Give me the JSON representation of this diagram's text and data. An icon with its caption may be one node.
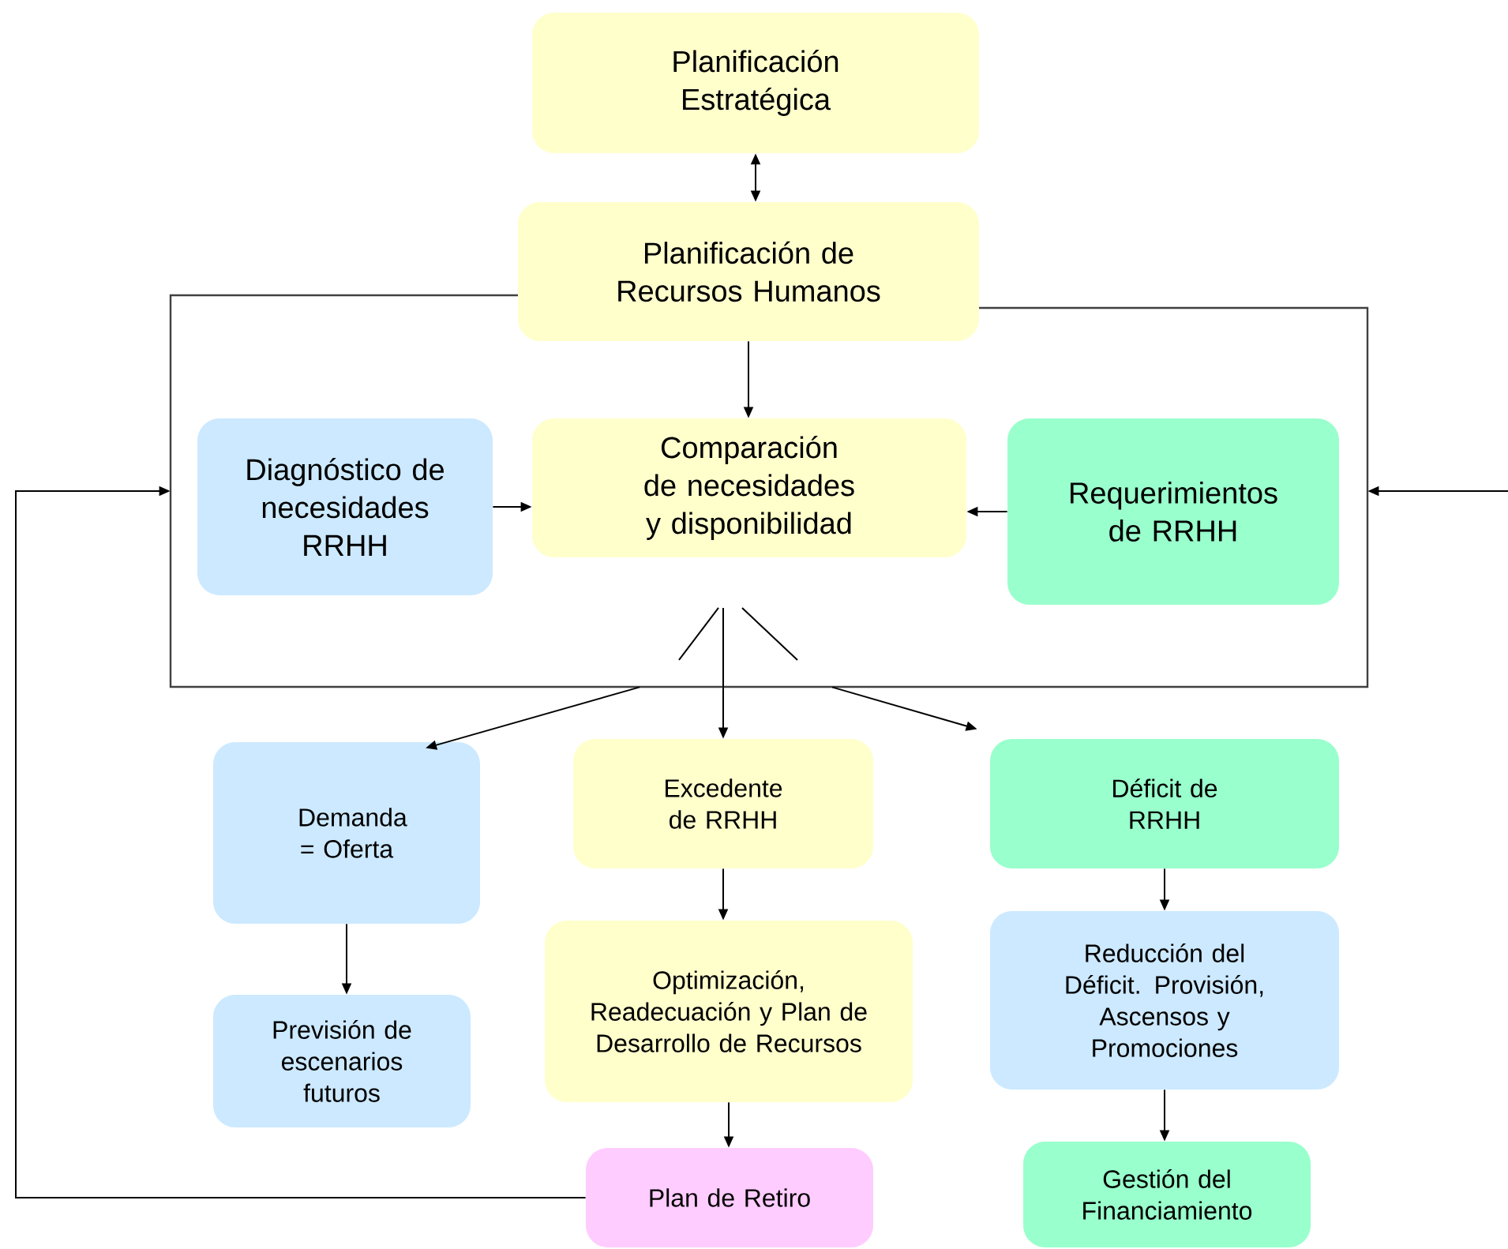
{
  "diagram": {
    "nodes": [
      {
        "text": [
          "Planificación Estratégica"
        ]
      },
      {
        "text": [
          "Planificación de Recursos Humanos"
        ]
      },
      {
        "text": [],
        "shape": "box"
      },
      {
        "text": [
          "Diagnóstico de necesidades RRHH"
        ],
        "in": 2
      },
      {
        "text": [
          "Comparación de necesidades y disponibilidad"
        ],
        "in": 2
      },
      {
        "text": [
          "Requerimientos de RRHH"
        ],
        "in": 2
      },
      {
        "text": [
          "Demanda = Oferta"
        ]
      },
      {
        "text": [
          "Excedente de RRHH"
        ]
      },
      {
        "text": [
          "Déficit de RRHH"
        ]
      },
      {
        "text": [
          "Previsión de escenarios futuros"
        ]
      },
      {
        "text": [
          "Optimización, Readecuación y Plan de Desarrollo de Recursos"
        ]
      },
      {
        "text": [
          "Reducción del Déficit. Provisión, Ascensos y Promociones"
        ]
      },
      {
        "text": [
          "Plan de Retiro"
        ]
      },
      {
        "text": [
          "Gestión del Financiamiento"
        ]
      }
    ],
    "edges": [
      {
        "from": 0,
        "to": 1,
        "arrow": "both"
      },
      {
        "from": 1,
        "to": 4,
        "arrow": "to"
      },
      {
        "from": 3,
        "to": 4,
        "arrow": "to"
      },
      {
        "from": 5,
        "to": 4,
        "arrow": "to"
      },
      {
        "from": 2,
        "to": 6,
        "arrow": "to"
      },
      {
        "from": 2,
        "to": 7,
        "arrow": "to"
      },
      {
        "from": 2,
        "to": 8,
        "arrow": "to"
      },
      {
        "from": 6,
        "to": 9,
        "arrow": "to"
      },
      {
        "from": 7,
        "to": 10,
        "arrow": "to"
      },
      {
        "from": 10,
        "to": 12,
        "arrow": "to"
      },
      {
        "from": 8,
        "to": 11,
        "arrow": "to"
      },
      {
        "from": 11,
        "to": 13,
        "arrow": "to"
      },
      {
        "from": 12,
        "to": 2,
        "arrow": "to"
      },
      {
        "from": null,
        "to": 2,
        "arrow": "to"
      }
    ]
  }
}
